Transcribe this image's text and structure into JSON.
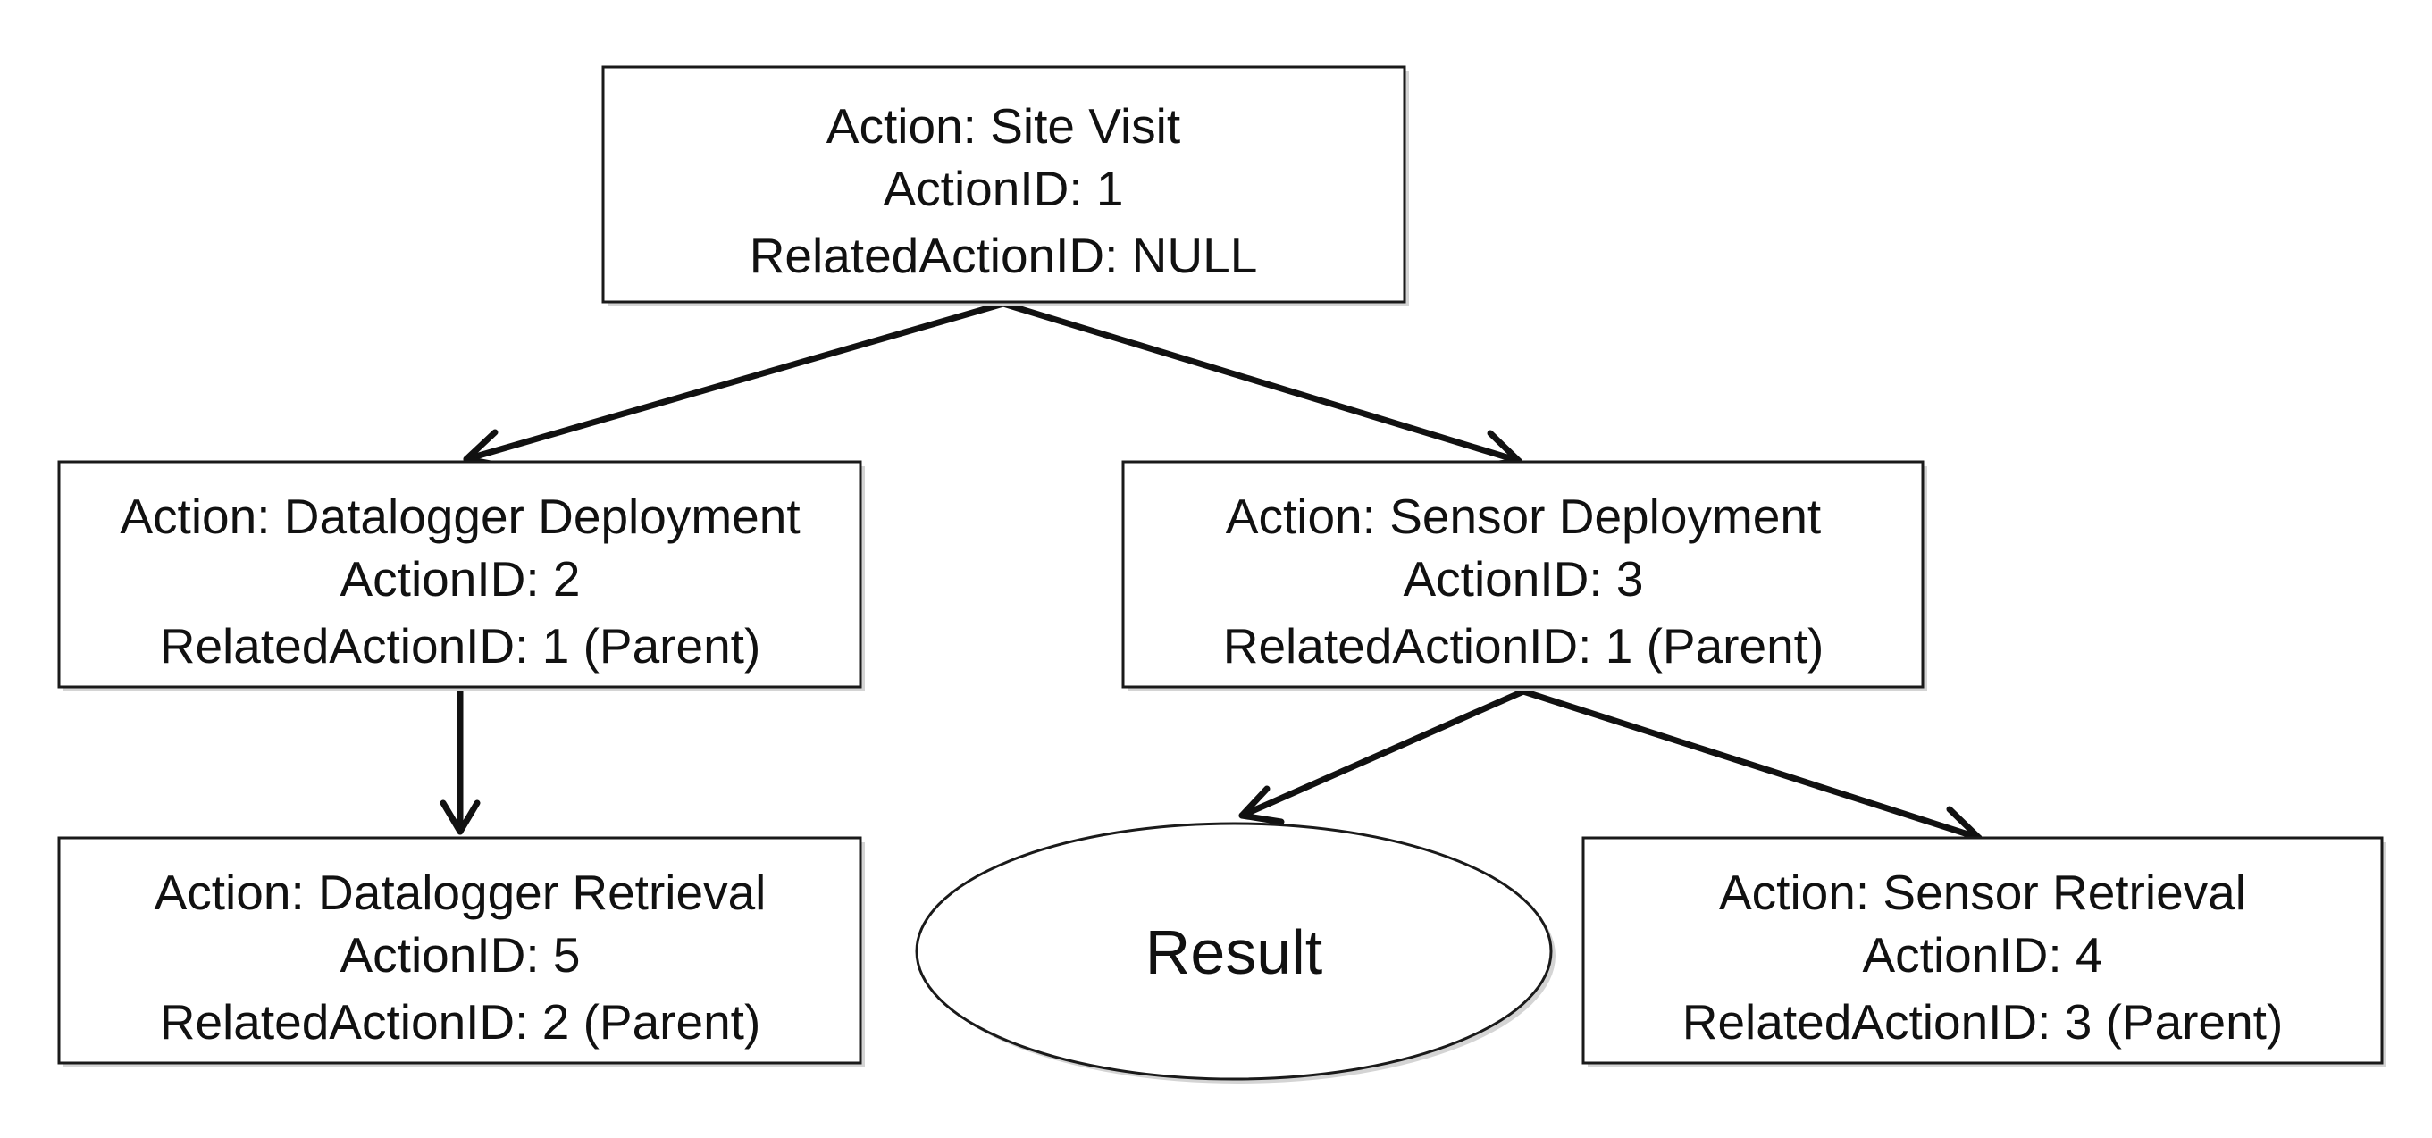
{
  "nodes": {
    "site_visit": {
      "action": "Action: Site Visit",
      "action_id": "ActionID: 1",
      "related": "RelatedActionID: NULL"
    },
    "datalogger_deployment": {
      "action": "Action: Datalogger Deployment",
      "action_id": "ActionID: 2",
      "related": "RelatedActionID: 1 (Parent)"
    },
    "sensor_deployment": {
      "action": "Action: Sensor Deployment",
      "action_id": "ActionID: 3",
      "related": "RelatedActionID: 1 (Parent)"
    },
    "datalogger_retrieval": {
      "action": "Action: Datalogger Retrieval",
      "action_id": "ActionID: 5",
      "related": "RelatedActionID: 2 (Parent)"
    },
    "result": {
      "label": "Result"
    },
    "sensor_retrieval": {
      "action": "Action: Sensor Retrieval",
      "action_id": "ActionID: 4",
      "related": "RelatedActionID: 3 (Parent)"
    }
  },
  "edges": [
    {
      "from": "site_visit",
      "to": "datalogger_deployment"
    },
    {
      "from": "site_visit",
      "to": "sensor_deployment"
    },
    {
      "from": "datalogger_deployment",
      "to": "datalogger_retrieval"
    },
    {
      "from": "sensor_deployment",
      "to": "result"
    },
    {
      "from": "sensor_deployment",
      "to": "sensor_retrieval"
    }
  ]
}
